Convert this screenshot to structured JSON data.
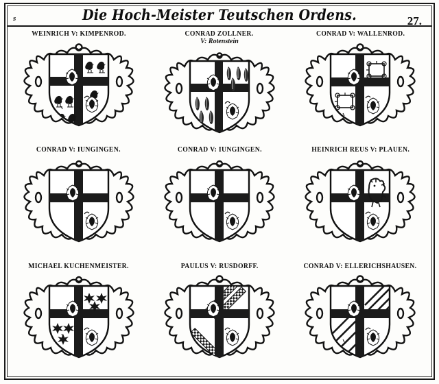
{
  "page": {
    "folio_mark": "s",
    "title": "Die Hoch-Meister Teutschen Ordens.",
    "page_number": "27.",
    "ink_color": "#111111",
    "paper_color": "#fdfdfb"
  },
  "arms": [
    {
      "id": "weinrich-von-kimpenrod",
      "caption": "WEINRICH V: KIMPENROD.",
      "caption_sub": "",
      "row": 1,
      "column": 1,
      "charge": "birds",
      "charge_label": "swans",
      "charge_count": 6,
      "cross": "black-cross",
      "inescutcheon": "eagle"
    },
    {
      "id": "conrad-zollner-von-rotenstein",
      "caption": "CONRAD ZOLLNER.",
      "caption_sub": "V: Rotenstein",
      "row": 1,
      "column": 2,
      "charge": "plumes",
      "charge_label": "feathers",
      "charge_count": 6,
      "cross": "black-cross",
      "inescutcheon": "eagle"
    },
    {
      "id": "conrad-von-wallenrod",
      "caption": "CONRAD V: WALLENROD.",
      "caption_sub": "",
      "row": 1,
      "column": 3,
      "charge": "frames",
      "charge_label": "cross-ended frames",
      "charge_count": 2,
      "cross": "black-cross",
      "inescutcheon": "eagle"
    },
    {
      "id": "conrad-von-jungingen",
      "caption": "CONRAD V: IUNGINGEN.",
      "caption_sub": "",
      "row": 2,
      "column": 1,
      "charge": "plain",
      "charge_label": "plain quarters",
      "charge_count": 0,
      "cross": "black-cross",
      "inescutcheon": "eagle"
    },
    {
      "id": "conrad-von-jungingen-2",
      "caption": "CONRAD V: IUNGINGEN.",
      "caption_sub": "",
      "row": 2,
      "column": 2,
      "charge": "plain",
      "charge_label": "plain quarters",
      "charge_count": 0,
      "cross": "black-cross",
      "inescutcheon": "eagle"
    },
    {
      "id": "heinrich-reus-von-plauen",
      "caption": "HEINRICH REUS V: PLAUEN.",
      "caption_sub": "",
      "row": 2,
      "column": 3,
      "charge": "lion",
      "charge_label": "rampant lion",
      "charge_count": 1,
      "cross": "black-cross",
      "inescutcheon": "eagle"
    },
    {
      "id": "michael-kuchenmeister",
      "caption": "MICHAEL KUCHENMEISTER.",
      "caption_sub": "",
      "row": 3,
      "column": 1,
      "charge": "stars",
      "charge_label": "six-pointed mullets",
      "charge_count": 6,
      "cross": "black-cross",
      "inescutcheon": "eagle"
    },
    {
      "id": "paulus-von-rusdorff",
      "caption": "PAULUS V: RUSDORFF.",
      "caption_sub": "",
      "row": 3,
      "column": 2,
      "charge": "lattice-saltire",
      "charge_label": "checkered saltire bands",
      "charge_count": 4,
      "cross": "black-cross",
      "inescutcheon": "eagle"
    },
    {
      "id": "conrad-von-ellerichshausen",
      "caption": "CONRAD V: ELLERICHSHAUSEN.",
      "caption_sub": "",
      "row": 3,
      "column": 3,
      "charge": "bends",
      "charge_label": "diagonal stripes",
      "charge_count": 8,
      "cross": "black-cross",
      "inescutcheon": "eagle"
    }
  ]
}
